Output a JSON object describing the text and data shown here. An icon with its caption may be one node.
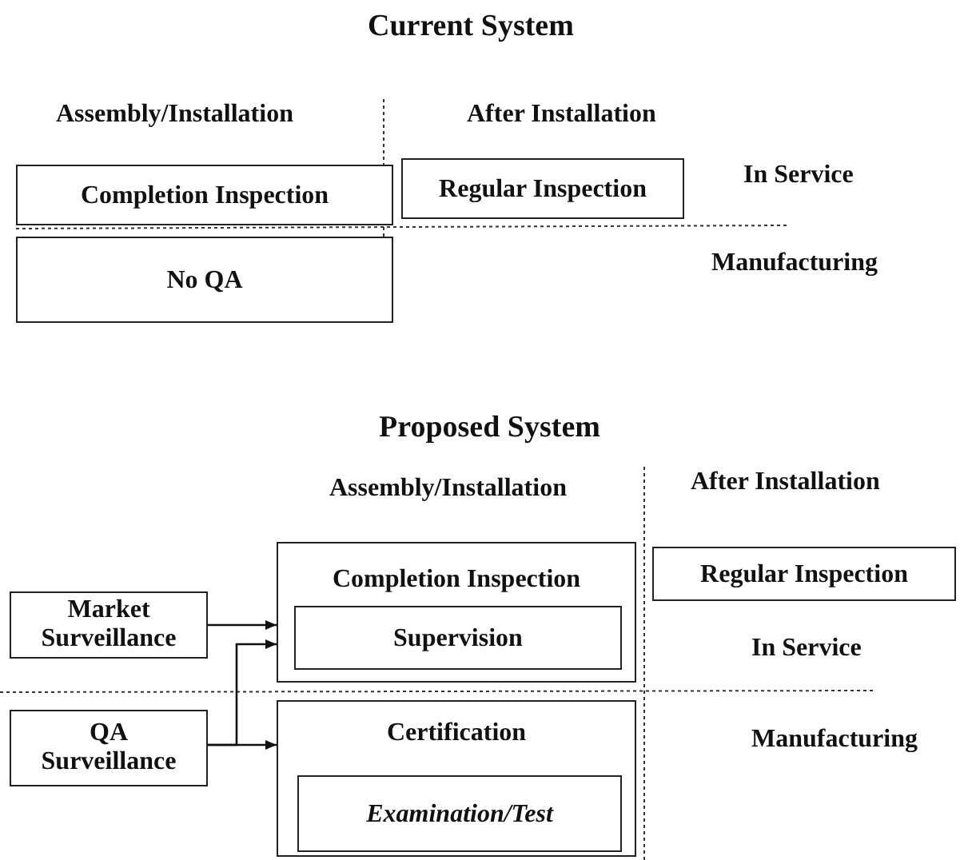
{
  "diagram": {
    "title": "Current System",
    "nodes": [
      {
        "text": [
          "Completion Inspection"
        ]
      },
      {
        "text": [
          "Regular Inspection"
        ]
      },
      {
        "text": [
          "No QA"
        ]
      },
      {
        "text": [
          "Market Surveillance"
        ]
      },
      {
        "text": [
          "Completion Inspection"
        ]
      },
      {
        "text": [
          "Supervision"
        ],
        "in": 4
      },
      {
        "text": [
          "Regular Inspection"
        ]
      },
      {
        "text": [
          "QA Surveillance"
        ]
      },
      {
        "text": [
          "Certification"
        ]
      },
      {
        "text": [
          "*Examination/Test*"
        ],
        "in": 8
      }
    ],
    "edges": [
      {
        "from": 3,
        "to": 4,
        "arrow": "to"
      },
      {
        "from": 7,
        "to": 4,
        "arrow": "to"
      },
      {
        "from": 7,
        "to": 8,
        "arrow": "to"
      }
    ],
    "labels": [
      "Assembly/Installation",
      "After Installation",
      "In Service",
      "Manufacturing",
      "Proposed System",
      "Assembly/Installation",
      "After Installation",
      "In Service",
      "Manufacturing"
    ]
  }
}
